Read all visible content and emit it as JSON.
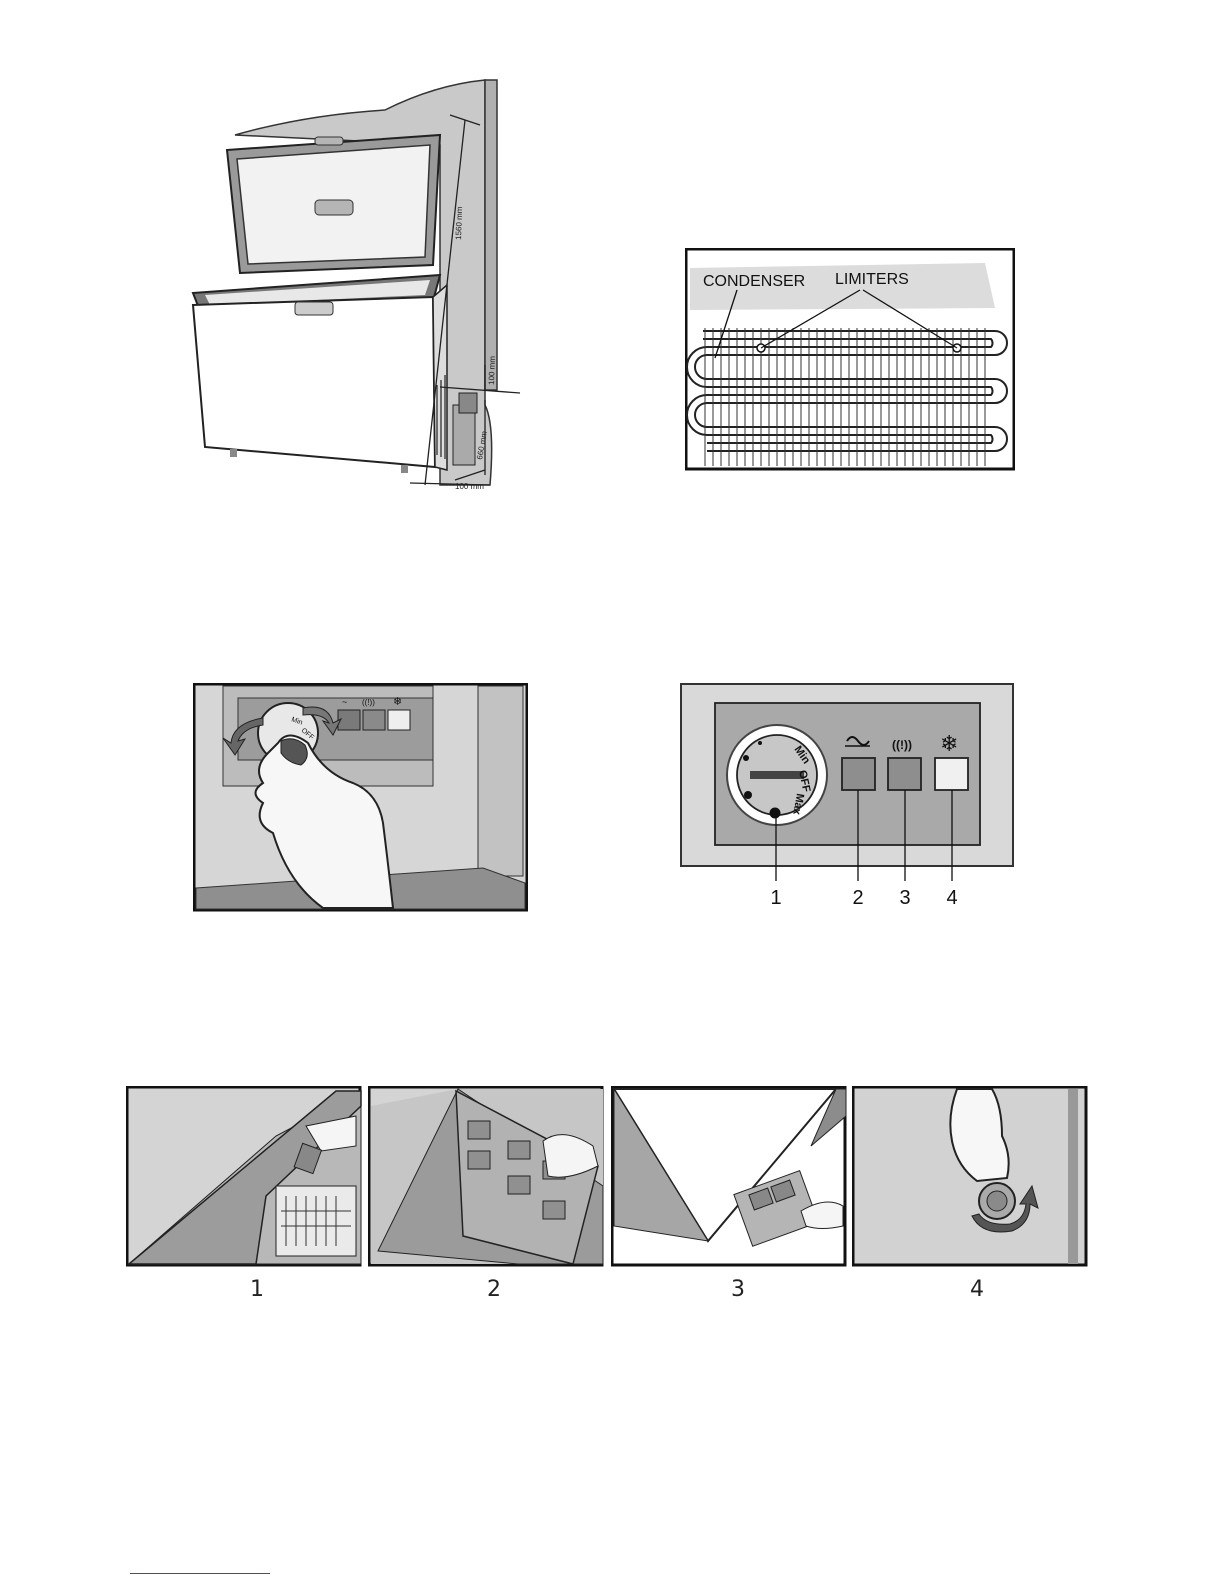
{
  "figure_freezer": {
    "dim_height": "1560 mm",
    "dim_top_gap": "100 mm",
    "dim_side": "660 mm",
    "dim_back_gap": "100 mm"
  },
  "figure_condenser": {
    "label_condenser": "CONDENSER",
    "label_limiters": "LIMITERS"
  },
  "figure_control_panel": {
    "dial_labels": [
      "Min",
      "OFF",
      "Max"
    ],
    "callouts": [
      "1",
      "2",
      "3",
      "4"
    ],
    "icons": [
      "power-wave-icon",
      "alarm-icon",
      "snowflake-icon"
    ],
    "alarm_symbol": "((!))",
    "button_colors": [
      "#8e8e8e",
      "#8e8e8e",
      "#f0f0f0"
    ]
  },
  "figure_hand_dial": {
    "dial_labels": [
      "Min",
      "OFF"
    ]
  },
  "defrost_steps": {
    "labels": [
      "1",
      "2",
      "3",
      "4"
    ]
  }
}
